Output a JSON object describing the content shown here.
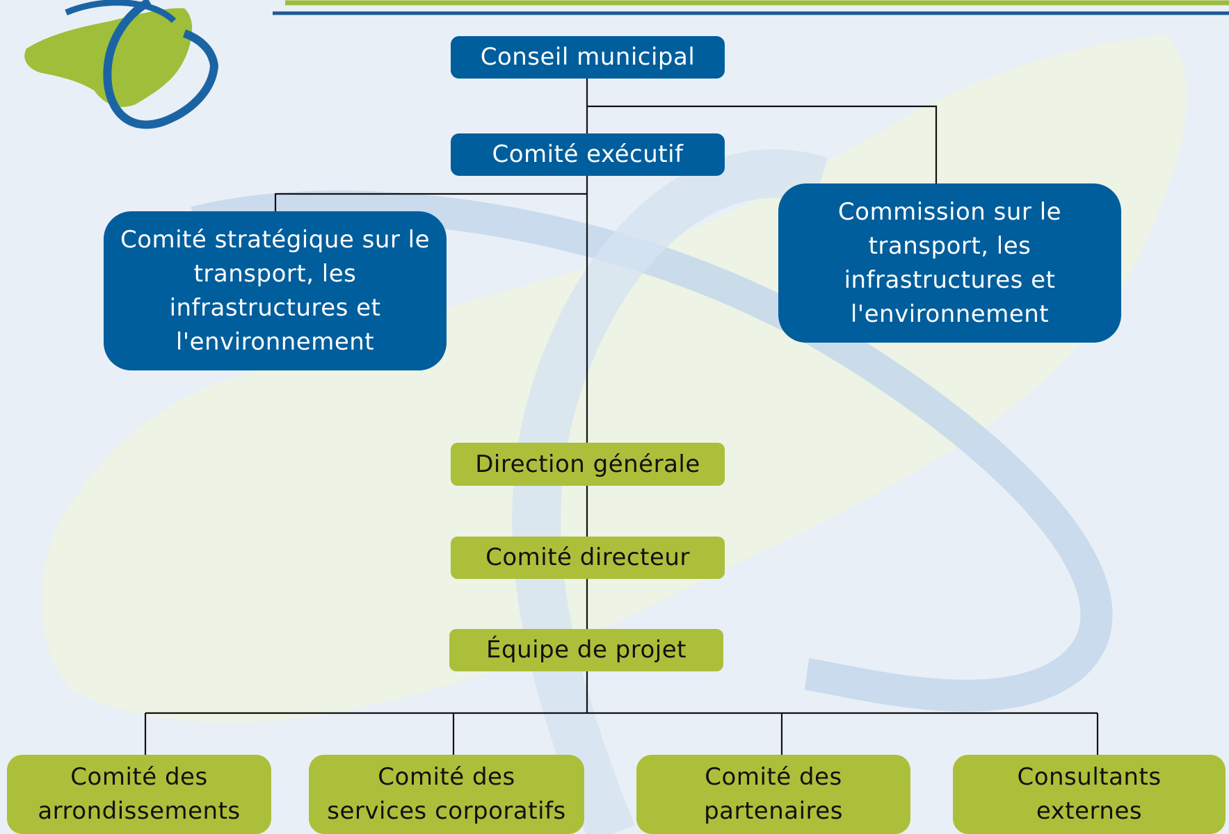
{
  "colors": {
    "blue_box": "#005e9c",
    "green_box": "#acbf3a",
    "background": "#e9eff6",
    "header_green": "#9cbd3a",
    "header_blue": "#1d5a91",
    "logo_green": "#9fbe3a",
    "logo_blue": "#1b64a4"
  },
  "logo": {
    "icon": "island-orbit-logo-icon"
  },
  "org_chart": {
    "conseil": "Conseil municipal",
    "comite_executif": "Comité exécutif",
    "comite_strategique": "Comité stratégique sur le\ntransport, les\ninfrastructures et\nl'environnement",
    "commission": "Commission sur le\ntransport, les\ninfrastructures et\nl'environnement",
    "direction_generale": "Direction générale",
    "comite_directeur": "Comité directeur",
    "equipe_projet": "Équipe de projet",
    "comite_arrondissements": "Comité des\narrondissements",
    "comite_services": "Comité des\nservices corporatifs",
    "comite_partenaires": "Comité des\npartenaires",
    "consultants": "Consultants\nexternes"
  }
}
